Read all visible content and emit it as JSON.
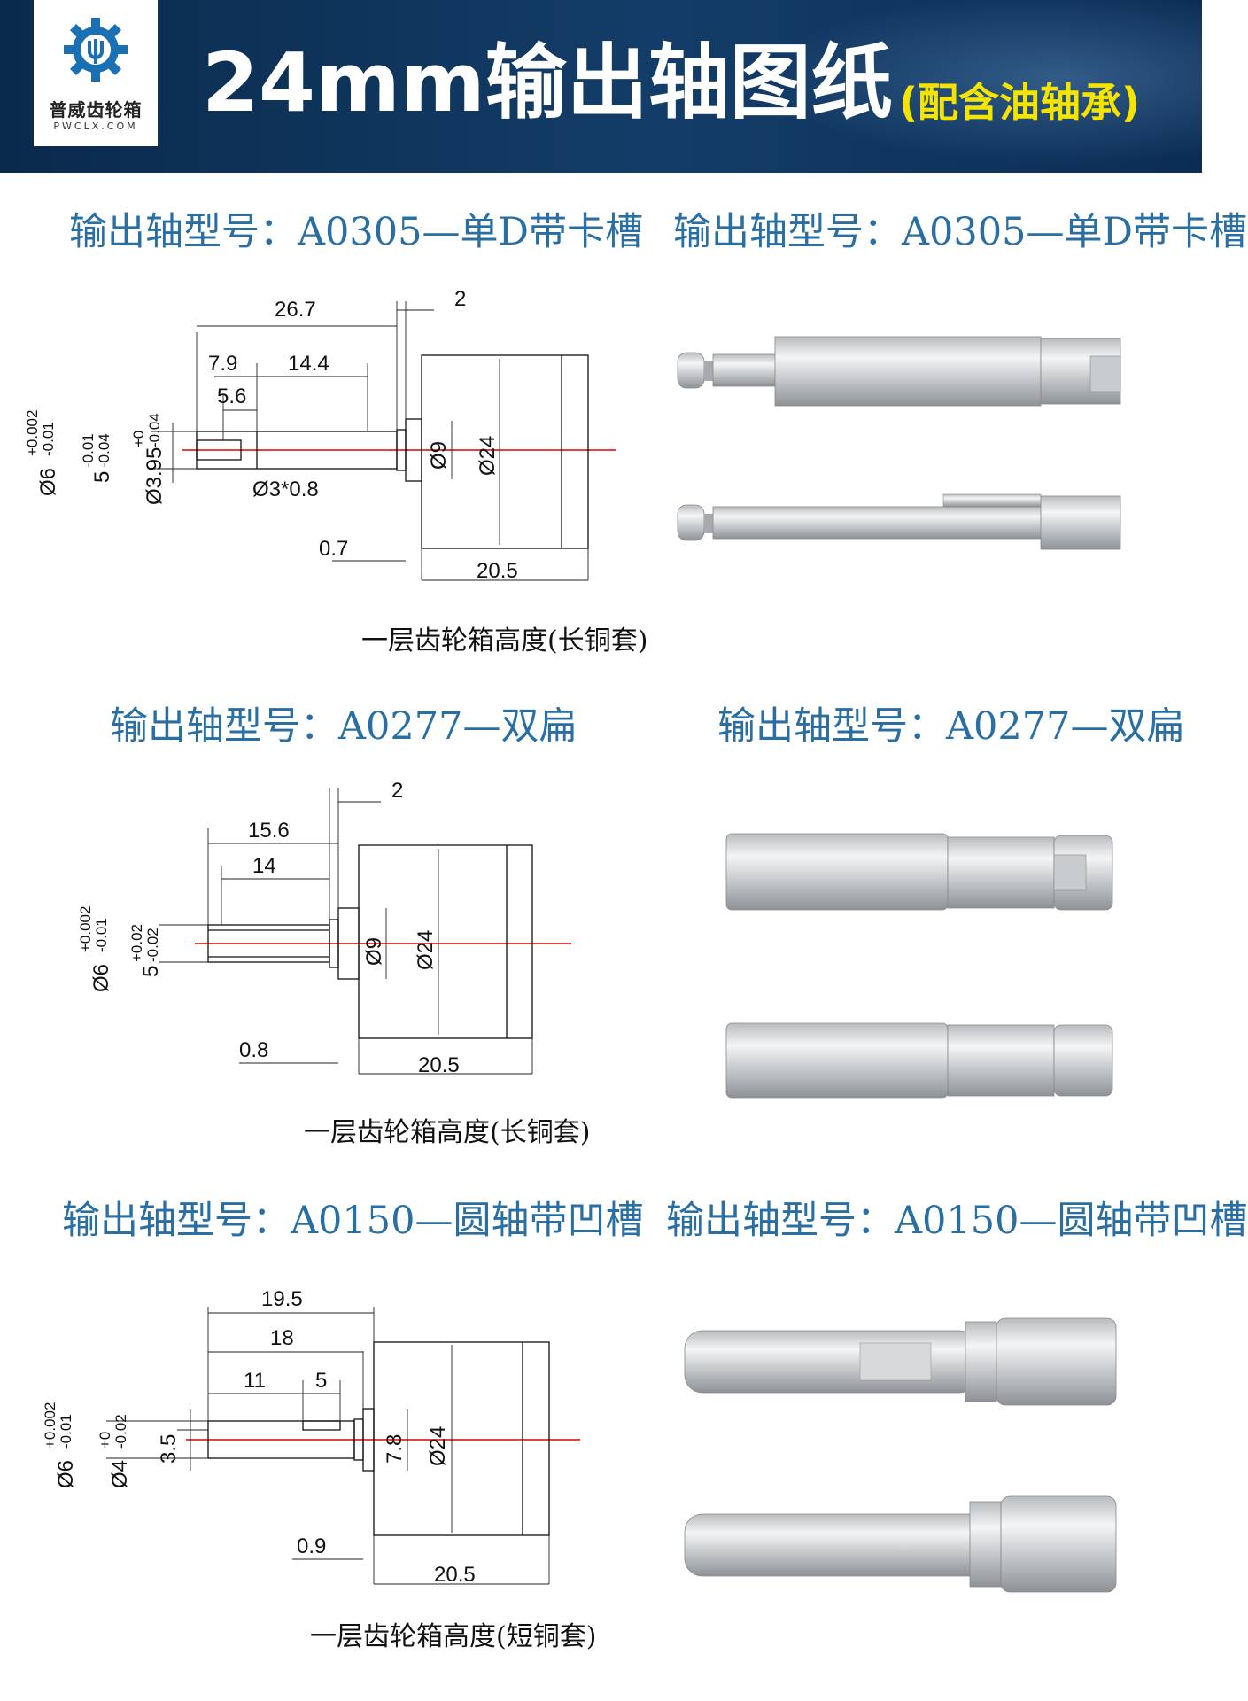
{
  "header": {
    "logo_name": "普威齿轮箱",
    "logo_sub": "PWCLX.COM",
    "title": "24mm输出轴图纸",
    "subtitle": "(配含油轴承)"
  },
  "sections": [
    {
      "title_left": "输出轴型号：A0305—单D带卡槽",
      "title_right": "输出轴型号：A0305—单D带卡槽",
      "caption": "一层齿轮箱高度(长铜套)",
      "dims": {
        "d267": "26.7",
        "d2": "2",
        "d79": "7.9",
        "d144": "14.4",
        "d56": "5.6",
        "d9": "Ø9",
        "d24": "Ø24",
        "d308": "Ø3*0.8",
        "d07": "0.7",
        "d205": "20.5",
        "phi6": "Ø6",
        "phi6_tol_up": "+0.002",
        "phi6_tol_lo": "-0.01",
        "five": "5",
        "five_tol_up": "-0.01",
        "five_tol_lo": "-0.04",
        "phi395": "Ø3.95",
        "phi395_tol_up": "+0",
        "phi395_tol_lo": "-0.04"
      }
    },
    {
      "title_left": "输出轴型号：A0277—双扁",
      "title_right": "输出轴型号：A0277—双扁",
      "caption": "一层齿轮箱高度(长铜套)",
      "dims": {
        "d156": "15.6",
        "d2": "2",
        "d14": "14",
        "d9": "Ø9",
        "d24": "Ø24",
        "d08": "0.8",
        "d205": "20.5",
        "phi6": "Ø6",
        "phi6_tol_up": "+0.002",
        "phi6_tol_lo": "-0.01",
        "five": "5",
        "five_tol_up": "+0.02",
        "five_tol_lo": "-0.02"
      }
    },
    {
      "title_left": "输出轴型号：A0150—圆轴带凹槽",
      "title_right": "输出轴型号：A0150—圆轴带凹槽",
      "caption": "一层齿轮箱高度(短铜套)",
      "dims": {
        "d195": "19.5",
        "d18": "18",
        "d11": "11",
        "d5": "5",
        "d78": "7.8",
        "d24": "Ø24",
        "d09": "0.9",
        "d205": "20.5",
        "d35": "3.5",
        "phi6": "Ø6",
        "phi6_tol_up": "+0.002",
        "phi6_tol_lo": "-0.01",
        "phi4": "Ø4",
        "phi4_tol_up": "+0",
        "phi4_tol_lo": "-0.02"
      }
    }
  ],
  "colors": {
    "header_bg": "#0f3560",
    "title_white": "#ffffff",
    "subtitle_yellow": "#f5e400",
    "section_title_blue": "#2a6fa3",
    "centerline_red": "#e00000"
  },
  "icons": [
    "gear-logo-icon"
  ]
}
